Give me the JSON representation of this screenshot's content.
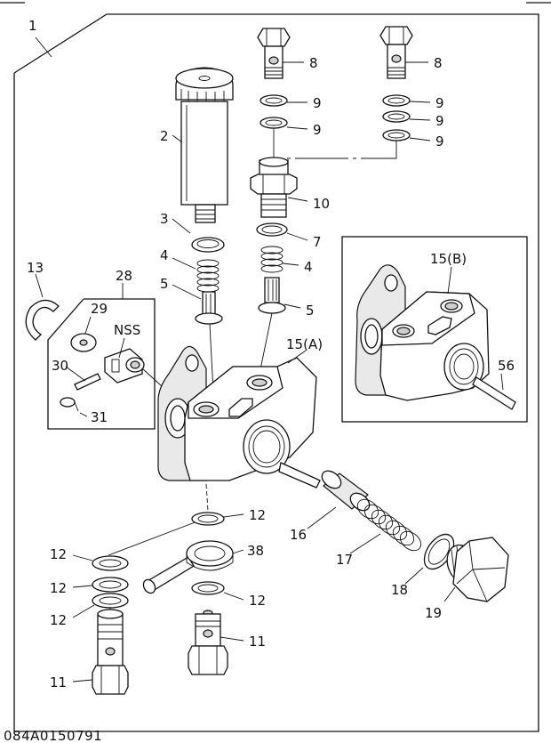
{
  "labels": {
    "p1": "1",
    "p2": "2",
    "p3": "3",
    "p4a": "4",
    "p4b": "4",
    "p5a": "5",
    "p5b": "5",
    "p7": "7",
    "p8a": "8",
    "p8b": "8",
    "p9a": "9",
    "p9b": "9",
    "p9c": "9",
    "p9d": "9",
    "p9e": "9",
    "p10": "10",
    "p11a": "11",
    "p11b": "11",
    "p12a": "12",
    "p12b": "12",
    "p12c": "12",
    "p12d": "12",
    "p12e": "12",
    "p13": "13",
    "p15a": "15(A)",
    "p15b": "15(B)",
    "p16": "16",
    "p17": "17",
    "p18": "18",
    "p19": "19",
    "p28": "28",
    "p29": "29",
    "p30": "30",
    "p31": "31",
    "p38": "38",
    "p56": "56",
    "nss": "NSS"
  },
  "drawing_code": "084A0150791"
}
